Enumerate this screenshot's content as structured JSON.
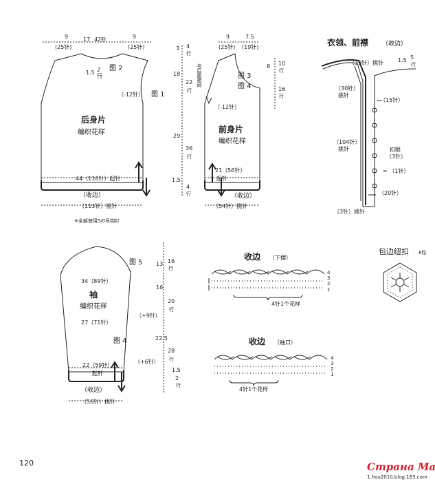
{
  "back_piece": {
    "shoulder_top": [
      "9",
      "17",
      "42针",
      "9"
    ],
    "shoulder_sub": [
      "(25针)",
      "(25针)"
    ],
    "neck_drop": [
      "1.5",
      "2",
      "行"
    ],
    "fig": [
      "图 2",
      "图 1"
    ],
    "dec": "（-12针）",
    "title": "后身片",
    "pattern": "编织花样",
    "bottom": "44（116针）起针",
    "edge": "（收边）",
    "pickup": "（113针）挑针",
    "note": "※全部使用5/0号钩针"
  },
  "back_side": {
    "values": [
      "3",
      "4",
      "行",
      "18",
      "22",
      "行",
      "29",
      "36",
      "行",
      "1.5",
      "4",
      "行"
    ]
  },
  "front_piece": {
    "top": [
      "9",
      "7.5"
    ],
    "top_sub": [
      "(25针)",
      "(19针)"
    ],
    "side_note": "与后面相同",
    "fig": [
      "图 3",
      "图 4"
    ],
    "dec": "（-12针）",
    "title": "前身片",
    "pattern": "编织花样",
    "bottom": "21（56针）",
    "bottom2": "起针",
    "edge": "（收边）",
    "pickup": "（54针）挑针"
  },
  "front_side": {
    "values": [
      "8",
      "10",
      "行",
      "16",
      "行"
    ]
  },
  "collar": {
    "title": "衣领、前襟",
    "title_note": "（收边）",
    "labels": [
      "（39针）挑针",
      "1.5",
      "5",
      "行",
      "（30针）",
      "挑针",
      "（15针）",
      "（104针）",
      "挑针",
      "扣眼",
      "（3针）",
      "= （1针）",
      "（20针）",
      "（3针）挑针"
    ]
  },
  "sleeve": {
    "fig": [
      "图 5",
      "图 4"
    ],
    "upper": "34（89针）",
    "title": "袖",
    "pattern": "编织花样",
    "mid": "27（71针）",
    "bottom": "22（59针）",
    "bottom2": "起针",
    "edge": "（收边）",
    "pickup": "（56针）挑针",
    "inc": [
      "（+9针）",
      "（+6针）"
    ],
    "side": [
      "13",
      "16",
      "行",
      "16",
      "20",
      "行",
      "22.5",
      "28",
      "行",
      "1.5",
      "2",
      "行"
    ]
  },
  "edging1": {
    "title": "收边",
    "title_note": "（下摆）",
    "rows": [
      "4",
      "3",
      "2",
      "1"
    ],
    "repeat": "4针1个花样"
  },
  "edging2": {
    "title": "收边",
    "title_note": "（袖口）",
    "rows": [
      "4",
      "3",
      "2",
      "1"
    ],
    "repeat": "4针1个花样"
  },
  "button": {
    "title": "包边纽扣",
    "count": "6粒"
  },
  "page_number": "120",
  "watermark": {
    "site": "Страна Мам",
    "url": "1.hou2010.blog.163.com"
  }
}
